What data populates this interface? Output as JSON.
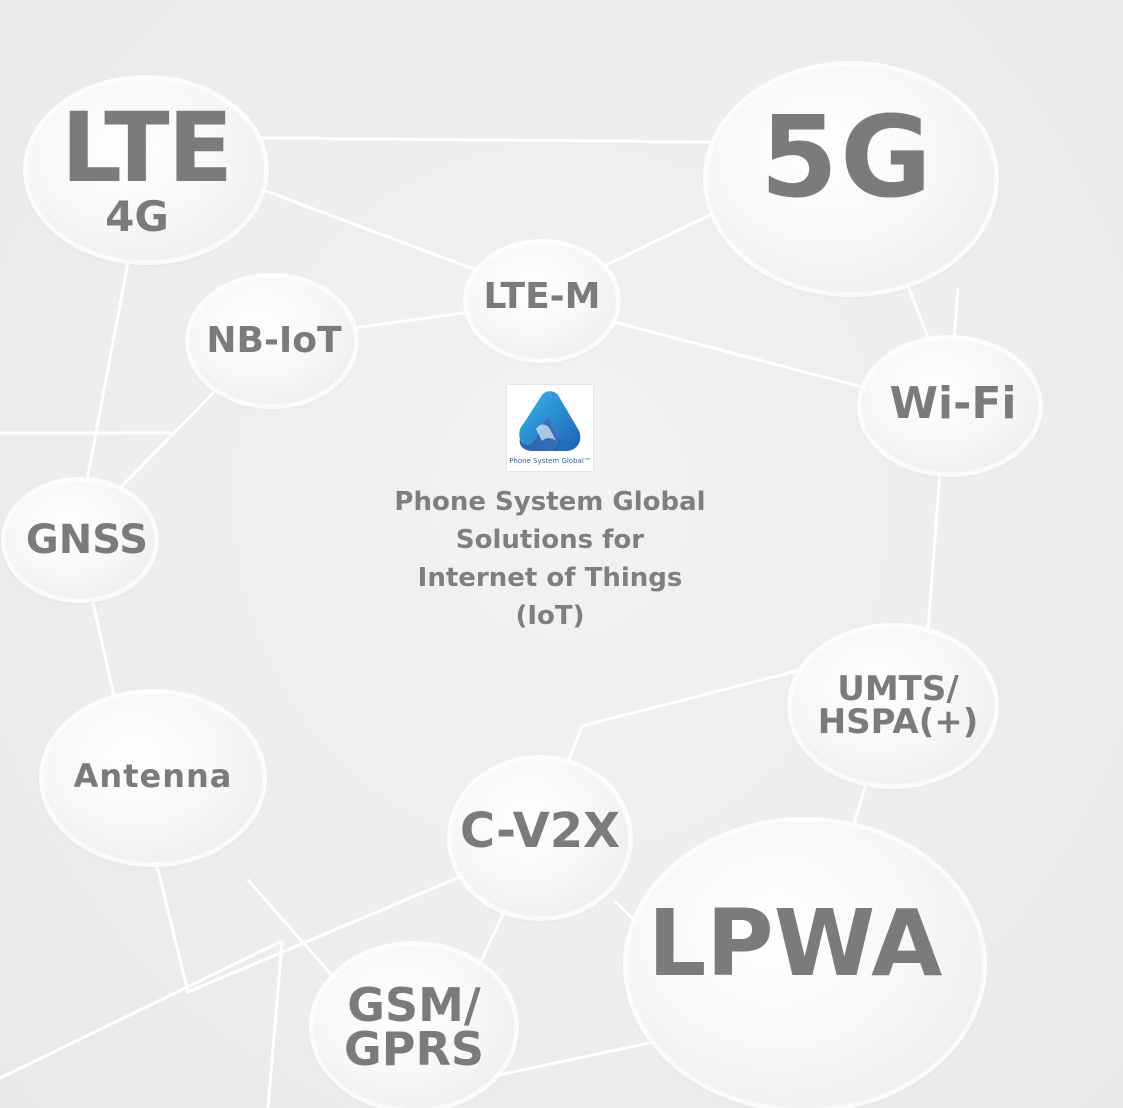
{
  "nodes": {
    "lte": {
      "line1": "LTE",
      "line2": "4G"
    },
    "five_g": {
      "line1": "5G"
    },
    "lte_m": {
      "line1": "LTE-M"
    },
    "nb_iot": {
      "line1": "NB-IoT"
    },
    "wifi": {
      "line1": "Wi-Fi"
    },
    "gnss": {
      "line1": "GNSS"
    },
    "umts": {
      "line1": "UMTS/",
      "line2": "HSPA(+)"
    },
    "antenna": {
      "line1": "Antenna"
    },
    "cv2x": {
      "line1": "C-V2X"
    },
    "lpwa": {
      "line1": "LPWA"
    },
    "gsm": {
      "line1": "GSM/",
      "line2": "GPRS"
    }
  },
  "center": {
    "logo_caption": "Phone System Global™",
    "lines": [
      "Phone System Global",
      "Solutions for",
      "Internet of Things",
      "(IoT)"
    ]
  },
  "colors": {
    "background": "#efefef",
    "label_gray": "#7b7b7b",
    "connector_white": "#ffffff",
    "logo_blue": "#1f6fc4",
    "logo_light_blue": "#35b8ea"
  }
}
